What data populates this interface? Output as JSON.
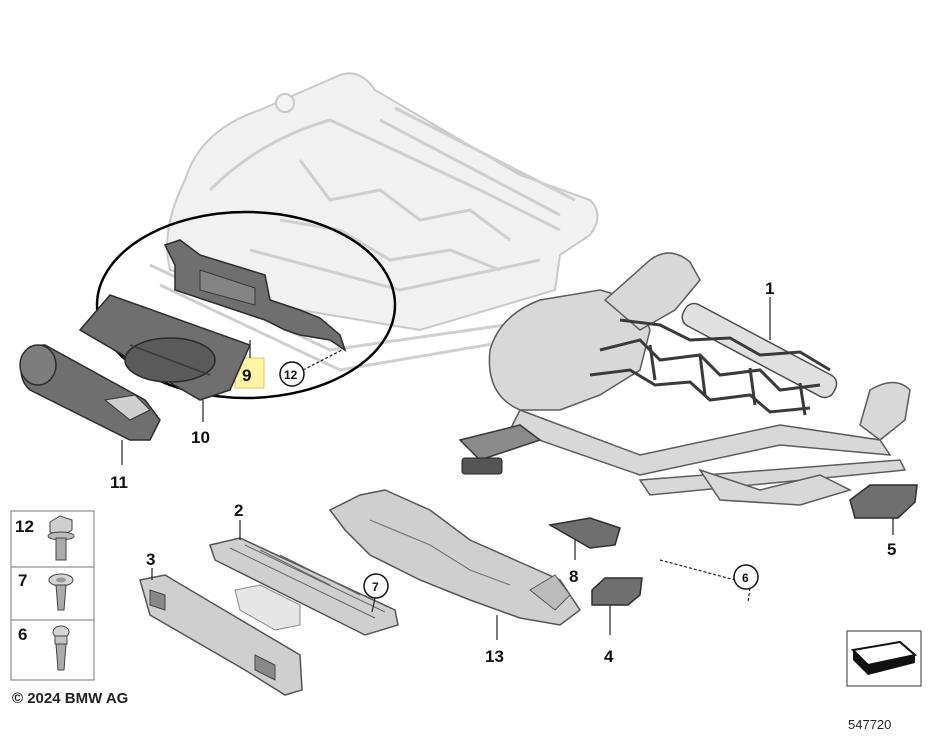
{
  "labels": {
    "p1": "1",
    "p2": "2",
    "p3": "3",
    "p4": "4",
    "p5": "5",
    "p6": "6",
    "p7": "7",
    "p8": "8",
    "p9": "9",
    "p10": "10",
    "p11": "11",
    "p12": "12",
    "p13": "13"
  },
  "legend": [
    {
      "number": "12",
      "icon": "hex-flange-bolt-icon"
    },
    {
      "number": "7",
      "icon": "torx-flange-screw-icon"
    },
    {
      "number": "6",
      "icon": "torx-screw-icon"
    }
  ],
  "footer": {
    "copyright": "© 2024 BMW AG",
    "diagram_number": "547720"
  },
  "colors": {
    "highlight": "#fff4a8",
    "callout_ring": "#111111"
  }
}
